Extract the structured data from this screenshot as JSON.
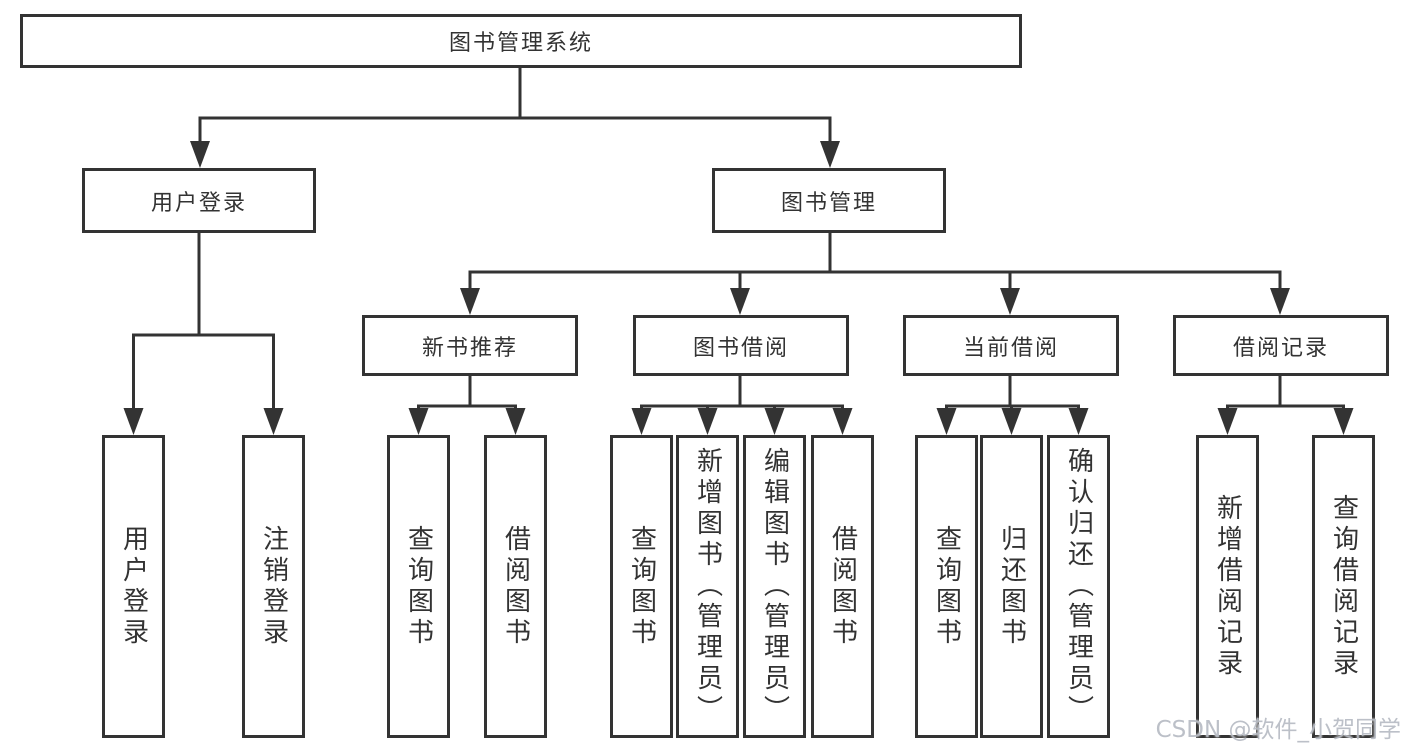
{
  "tree": {
    "label": "图书管理系统",
    "children": [
      {
        "label": "用户登录",
        "children": [
          {
            "label": "用户登录"
          },
          {
            "label": "注销登录"
          }
        ]
      },
      {
        "label": "图书管理",
        "children": [
          {
            "label": "新书推荐",
            "children": [
              {
                "label": "查询图书"
              },
              {
                "label": "借阅图书"
              }
            ]
          },
          {
            "label": "图书借阅",
            "children": [
              {
                "label": "查询图书"
              },
              {
                "label": "新增图书（管理员）"
              },
              {
                "label": "编辑图书（管理员）"
              },
              {
                "label": "借阅图书"
              }
            ]
          },
          {
            "label": "当前借阅",
            "children": [
              {
                "label": "查询图书"
              },
              {
                "label": "归还图书"
              },
              {
                "label": "确认归还（管理员）"
              }
            ]
          },
          {
            "label": "借阅记录",
            "children": [
              {
                "label": "新增借阅记录"
              },
              {
                "label": "查询借阅记录"
              }
            ]
          }
        ]
      }
    ]
  },
  "watermark": "CSDN @软件_小贺同学",
  "colors": {
    "line": "#333333",
    "text": "#333333",
    "watermark": "#b0b5be"
  }
}
